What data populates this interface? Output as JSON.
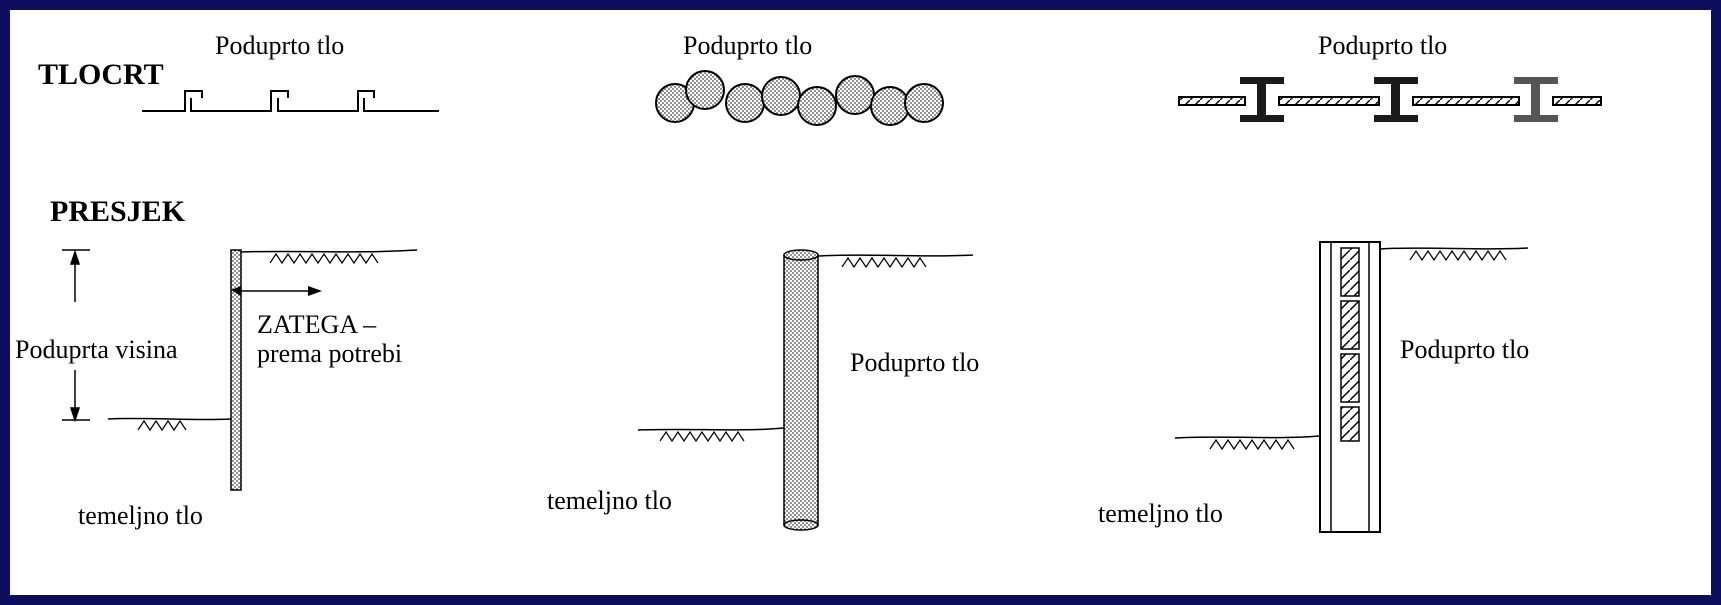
{
  "colors": {
    "frame_border": "#0d0d5e",
    "background": "#ffffff",
    "ink": "#000000",
    "hatch_fill": "#b0b0b0"
  },
  "headings": {
    "plan": "TLOCRT",
    "section": "PRESJEK"
  },
  "plan_labels": [
    "Poduprto tlo",
    "Poduprto tlo",
    "Poduprto tlo"
  ],
  "section": {
    "height_label": "Poduprta visina",
    "anchor_line1": "ZATEGA –",
    "anchor_line2": "prema potrebi",
    "retained_labels": [
      "Poduprto tlo",
      "Poduprto tlo"
    ],
    "foundation_labels": [
      "temeljno tlo",
      "temeljno tlo",
      "temeljno tlo"
    ]
  }
}
